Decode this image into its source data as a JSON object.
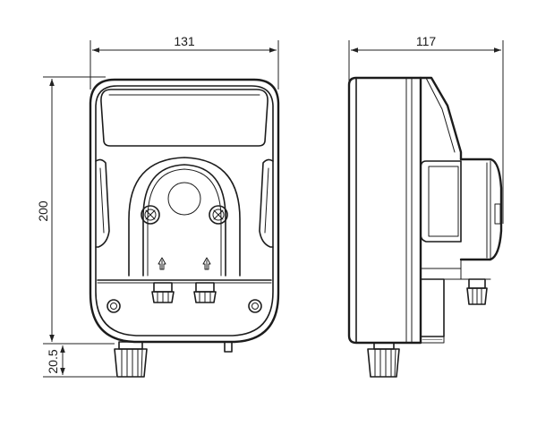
{
  "dimensions": {
    "front_width": "131",
    "side_depth": "117",
    "height": "200",
    "fitting_height": "20.5"
  }
}
